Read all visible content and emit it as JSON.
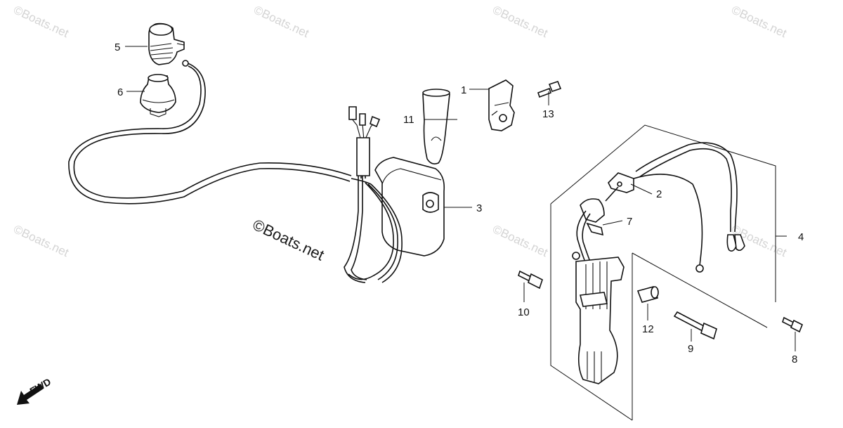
{
  "watermarks": {
    "text": "©Boats.net",
    "center_text": "©Boats.net"
  },
  "callouts": [
    "1",
    "2",
    "3",
    "4",
    "5",
    "6",
    "7",
    "8",
    "9",
    "10",
    "11",
    "12",
    "13"
  ],
  "direction_marker": {
    "label": "FWD",
    "icon": "arrow-down-left-icon"
  }
}
